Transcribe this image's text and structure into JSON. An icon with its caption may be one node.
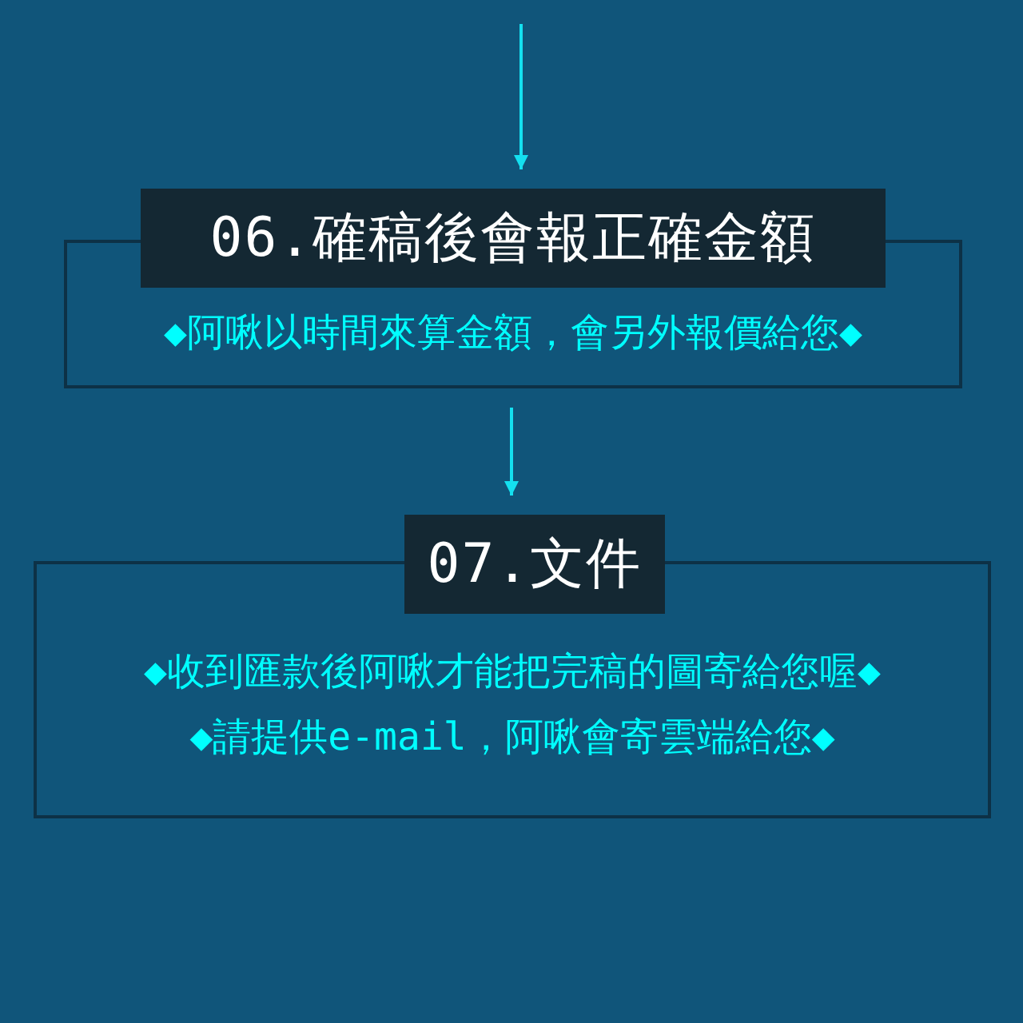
{
  "diagram": {
    "nodes": [
      {
        "text": [
          "06.確稿後會報正確金額",
          "◆阿啾以時間來算金額，會另外報價給您◆"
        ]
      },
      {
        "text": [
          "07.文件",
          "◆收到匯款後阿啾才能把完稿的圖寄給您喔◆",
          "◆請提供e-mail，阿啾會寄雲端給您◆"
        ]
      }
    ],
    "edges": [
      {
        "from": null,
        "to": 0,
        "arrow": "to"
      },
      {
        "from": 0,
        "to": 1,
        "arrow": "to"
      }
    ]
  }
}
